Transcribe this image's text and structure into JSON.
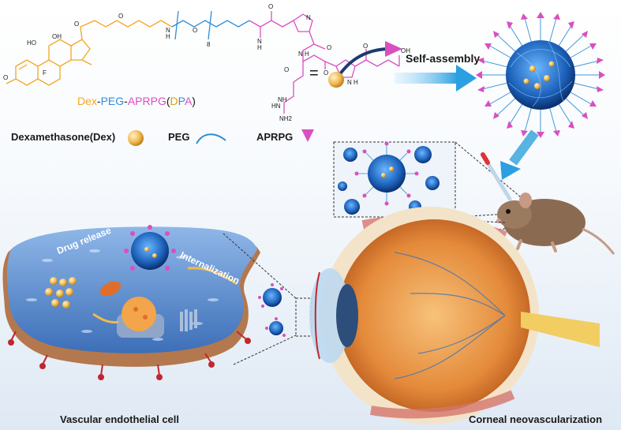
{
  "colors": {
    "dex": "#f5a623",
    "peg": "#2e8fd6",
    "aprpg": "#d94fc0",
    "dpa": "#e0a200",
    "arrow": "#3aa7de"
  },
  "molecule": {
    "atom_labels": [
      "HO",
      "OH",
      "O",
      "F",
      "O",
      "O",
      "N",
      "H",
      "O",
      "N",
      "H",
      "O",
      "N",
      "O",
      "N",
      "H",
      "O",
      "N",
      "H",
      "O",
      "OH",
      "NH",
      "HN",
      "NH2",
      "O"
    ],
    "subscript": "8"
  },
  "formula_label": {
    "dex": "Dex",
    "sep1": "-",
    "peg": "PEG",
    "sep2": "-",
    "aprpg": "APRPG",
    "open": "(",
    "d": "D",
    "p": "P",
    "a": "A",
    "close": ")"
  },
  "equals": "=",
  "self_assembly": "Self-assembly",
  "legend": {
    "dex": "Dexamethasone(Dex)",
    "peg": "PEG",
    "aprpg": "APRPG"
  },
  "cell": {
    "drug_release": "Drug release",
    "internalization": "Internalization"
  },
  "captions": {
    "cell": "Vascular endothelial cell",
    "eye": "Corneal neovascularization"
  }
}
